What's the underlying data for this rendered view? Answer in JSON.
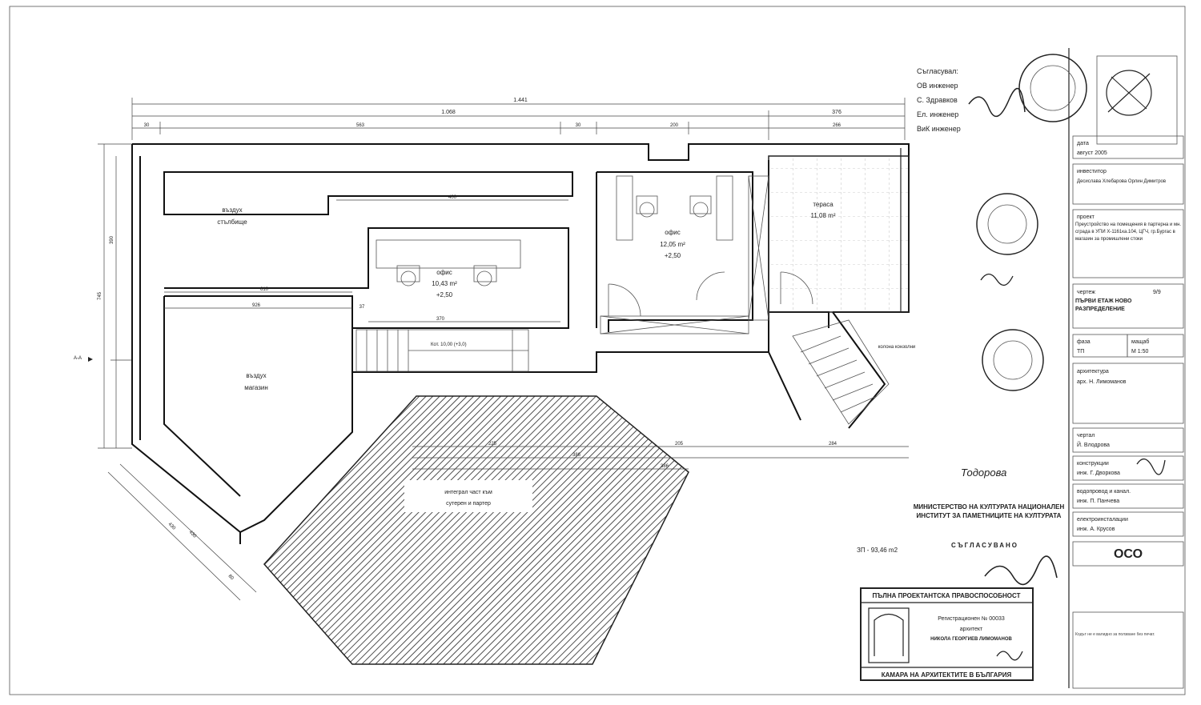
{
  "rooms": {
    "r1": {
      "name": "въздух",
      "sub": "стълбище"
    },
    "r2": {
      "name": "офис",
      "area": "10,43 m²",
      "level": "+2,50"
    },
    "r3": {
      "name": "офис",
      "area": "12,05 m²",
      "level": "+2,50"
    },
    "r4": {
      "name": "тераса",
      "area": "11,08 m²"
    },
    "r5": {
      "name": "въздух",
      "sub": "магазин"
    },
    "r6": {
      "name": "интеграл част към",
      "sub": "сутерен и партер"
    }
  },
  "plan": {
    "built_area": "ЗП - 93,46 m2",
    "stair_note": "Кот. 10,00 (+3,0)"
  },
  "dimensions": {
    "top_total": "1.441",
    "top_a": "1.068",
    "top_b": "376",
    "top_c1": "30",
    "top_c2": "563",
    "top_c3": "30",
    "top_c4": "200",
    "top_c5": "266",
    "inner_a": "400",
    "inner_b": "610",
    "inner_c": "926",
    "inner_d": "370",
    "inner_e": "37",
    "bottom_a": "225",
    "bottom_b": "205",
    "bottom_c": "284",
    "bottom_d": "386",
    "bottom_e": "386",
    "left_a": "745",
    "left_b": "390",
    "diag_a": "430",
    "diag_b": "430",
    "diag_c": "80"
  },
  "titleblock": {
    "approval_rows": [
      "Съгласувал:",
      "ОВ инженер",
      "С. Здравков",
      "Ел. инженер",
      "ВиК инженер"
    ],
    "date_label": "дата",
    "date_value": "август 2005",
    "investor_label": "инвеститор",
    "investor_value": "Десислава Хлебарова Орлин Димитров",
    "project_label": "проект",
    "project_value": "Преустройство на помещения в партерна и мн. сграда в УПИ X-1161ка.104, ЦГЧ, гр.Бургас в магазин за промишлени стоки",
    "drawing_label": "чертеж",
    "drawing_no": "9/9",
    "drawing_value": "ПЪРВИ ЕТАЖ НОВО РАЗПРЕДЕЛЕНИЕ",
    "phase_label": "фаза",
    "phase_value": "ТП",
    "scale_label": "мащаб",
    "scale_value": "М 1:50",
    "architecture_label": "архитектура",
    "architecture_value": "арх. Н. Лимоманов",
    "drafted_label": "чертал",
    "drafted_value": "Й. Влодрова",
    "construction_label": "конструкции",
    "construction_value": "инж. Г. Дворкова",
    "water_label": "водопровод и канал.",
    "water_value": "инж. П. Панчева",
    "electrical_label": "електроинсталации",
    "electrical_value": "инж. А. Крусов",
    "ministry_text": "МИНИСТЕРСТВО НА КУЛТУРАТА НАЦИОНАЛЕН ИНСТИТУТ ЗА ПАМЕТНИЦИТЕ НА КУЛТУРАТА",
    "agreed": "СЪГЛАСУВАНО",
    "logo_letters": "ОСО",
    "stamp_header": "ПЪЛНА ПРОЕКТАНТСКА ПРАВОСПОСОБНОСТ",
    "stamp_reg": "Регистрационен № 00033",
    "stamp_role": "архитект",
    "stamp_name": "НИКОЛА ГЕОРГИЕВ ЛИМОМАНОВ",
    "stamp_chamber": "КАМАРА НА АРХИТЕКТИТЕ В БЪЛГАРИЯ",
    "handwritten_name": "Тодорова",
    "bottom_note": "Кодът не е валидно за ползване без печат."
  },
  "labels": {
    "terrace_note": "колона конзолни",
    "axis_a": "A-A"
  }
}
